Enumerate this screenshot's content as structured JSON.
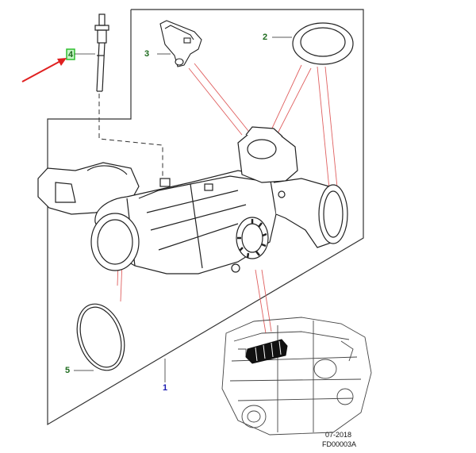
{
  "callouts": [
    {
      "id": "1",
      "label": "1",
      "color": "#1a1ab0"
    },
    {
      "id": "2",
      "label": "2",
      "color": "#1e6b1e"
    },
    {
      "id": "3",
      "label": "3",
      "color": "#1e6b1e"
    },
    {
      "id": "4",
      "label": "4",
      "color": "#1e6b1e"
    },
    {
      "id": "5",
      "label": "5",
      "color": "#1e6b1e"
    }
  ],
  "footer": {
    "date": "07-2018",
    "code": "FD00003A"
  },
  "colors": {
    "outline": "#222222",
    "leader": "#e06060",
    "arrow": "#e02020",
    "highlight_box": "#2fbf2f"
  }
}
